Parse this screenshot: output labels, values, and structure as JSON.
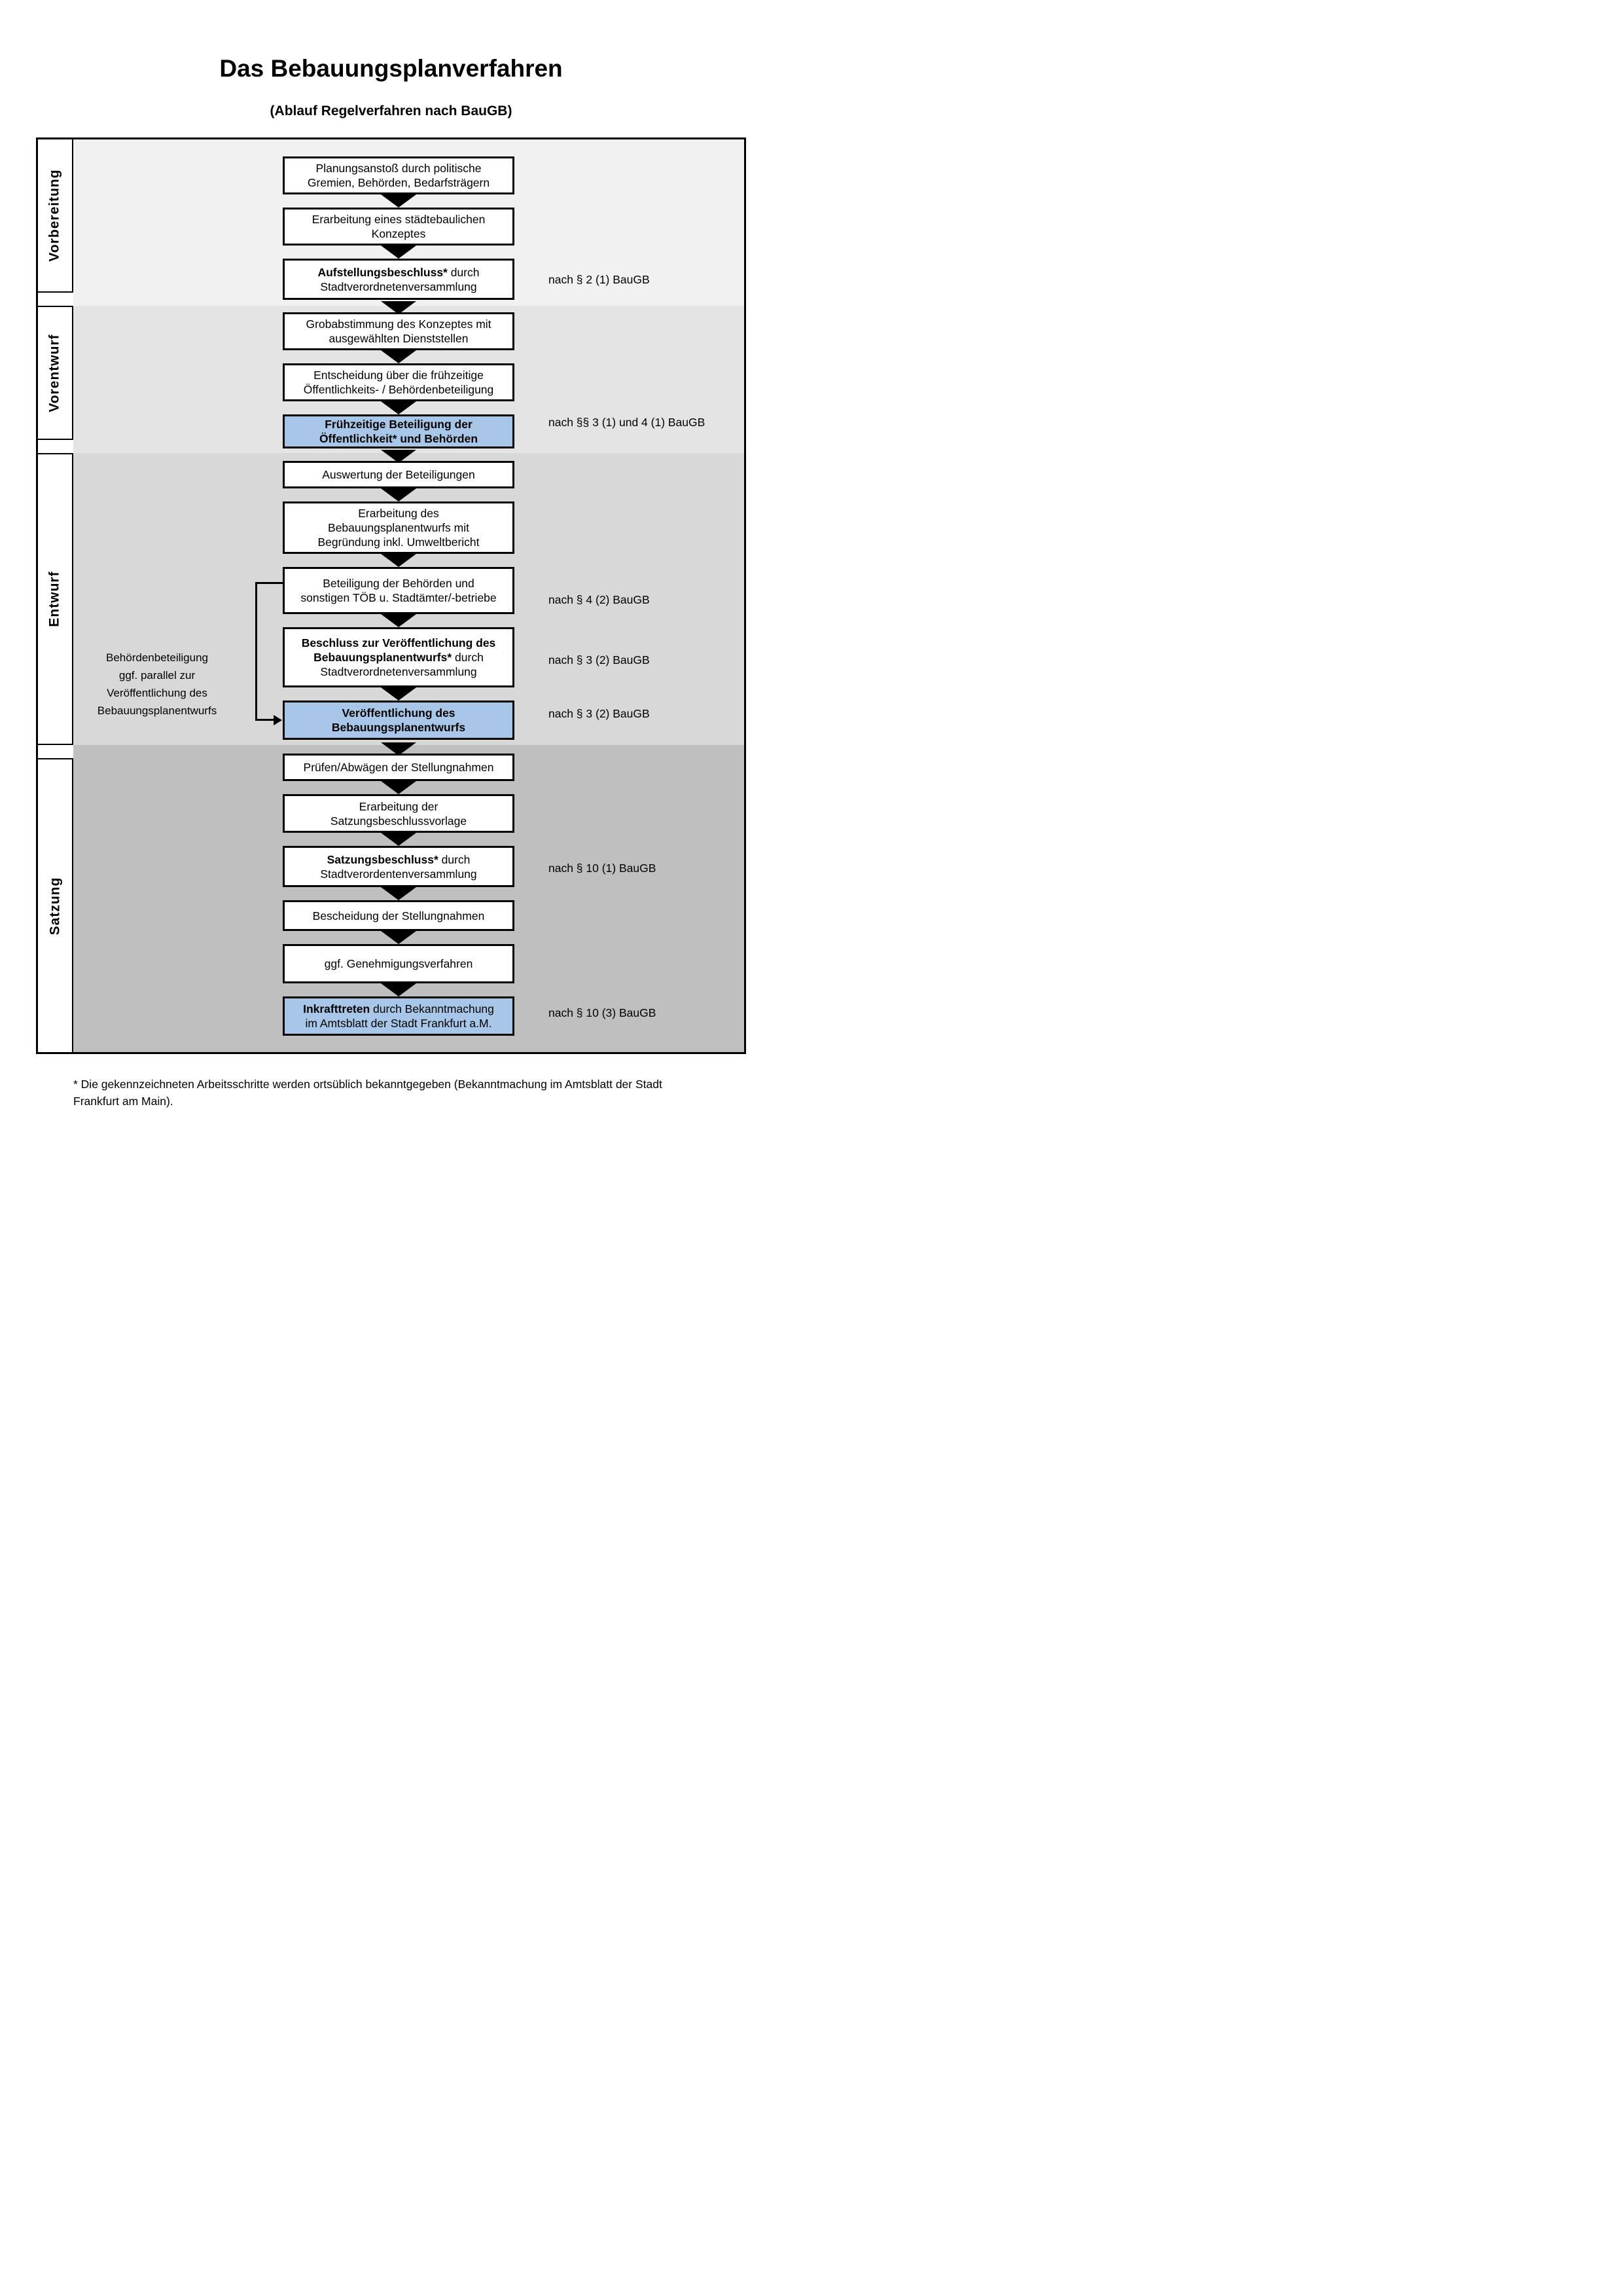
{
  "header": {
    "title": "Das Bebauungsplanverfahren",
    "subtitle": "(Ablauf Regelverfahren nach BauGB)"
  },
  "colors": {
    "sec1": "#f1f1f1",
    "sec2": "#e4e4e4",
    "sec3": "#d8d8d8",
    "sec4": "#bfbfbf",
    "highlight": "#a8c7e8",
    "line": "#000000",
    "page": "#ffffff"
  },
  "flow": [
    {
      "label": "Vorbereitung",
      "steps": [
        {
          "l1": "Planungsanstoß durch politische",
          "l2": "Gremien, Behörden, Bedarfsträgern"
        },
        {
          "l1": "Erarbeitung eines städtebaulichen",
          "l2": "Konzeptes"
        },
        {
          "b1": "Aufstellungsbeschluss*",
          "r1": " durch",
          "l2": "Stadtverordnetenversammlung",
          "ref": "nach § 2 (1) BauGB"
        }
      ]
    },
    {
      "label": "Vorentwurf",
      "steps": [
        {
          "l1": "Grobabstimmung des Konzeptes mit",
          "l2": "ausgewählten Dienststellen"
        },
        {
          "l1": "Entscheidung über die frühzeitige",
          "l2": "Öffentlichkeits- / Behördenbeteiligung"
        },
        {
          "highlight": true,
          "b1": "Frühzeitige Beteiligung der",
          "b2": "Öffentlichkeit* und Behörden",
          "ref": "nach §§ 3 (1) und 4 (1) BauGB"
        }
      ]
    },
    {
      "label": "Entwurf",
      "steps": [
        {
          "l1": "Auswertung der Beteiligungen"
        },
        {
          "l1": "Erarbeitung des",
          "l2": "Bebauungsplanentwurfs mit",
          "l3": "Begründung inkl. Umweltbericht"
        },
        {
          "l1": "Beteiligung der Behörden und",
          "l2": "sonstigen TÖB u. Stadtämter/-betriebe",
          "ref": "nach § 4 (2) BauGB"
        },
        {
          "b1": "Beschluss zur Veröffentlichung des",
          "b2": "Bebauungsplanentwurfs*",
          "r2": " durch",
          "l3": "Stadtverordnetenversammlung",
          "ref": "nach § 3 (2) BauGB"
        },
        {
          "highlight": true,
          "b1": "Veröffentlichung des",
          "b2": "Bebauungsplanentwurfs",
          "ref": "nach § 3 (2) BauGB"
        }
      ],
      "side_note": {
        "l1": "Behördenbeteiligung",
        "l2": "ggf. parallel zur",
        "l3": "Veröffentlichung des",
        "l4": "Bebauungsplanentwurfs"
      }
    },
    {
      "label": "Satzung",
      "steps": [
        {
          "l1": "Prüfen/Abwägen der Stellungnahmen"
        },
        {
          "l1": "Erarbeitung der",
          "l2": "Satzungsbeschlussvorlage"
        },
        {
          "b1": "Satzungsbeschluss*",
          "r1": " durch",
          "l2": "Stadtverordentenversammlung",
          "ref": "nach § 10 (1) BauGB"
        },
        {
          "l1": "Bescheidung der Stellungnahmen"
        },
        {
          "l1": "ggf. Genehmigungsverfahren"
        },
        {
          "highlight": true,
          "b1": "Inkrafttreten",
          "r1": " durch Bekanntmachung",
          "l2": "im Amtsblatt der Stadt Frankfurt a.M.",
          "ref": "nach § 10 (3) BauGB"
        }
      ]
    }
  ],
  "footnote": {
    "line1": "* Die gekennzeichneten Arbeitsschritte werden ortsüblich bekanntgegeben (Bekanntmachung im Amtsblatt  der Stadt",
    "line2": "Frankfurt am Main)."
  }
}
